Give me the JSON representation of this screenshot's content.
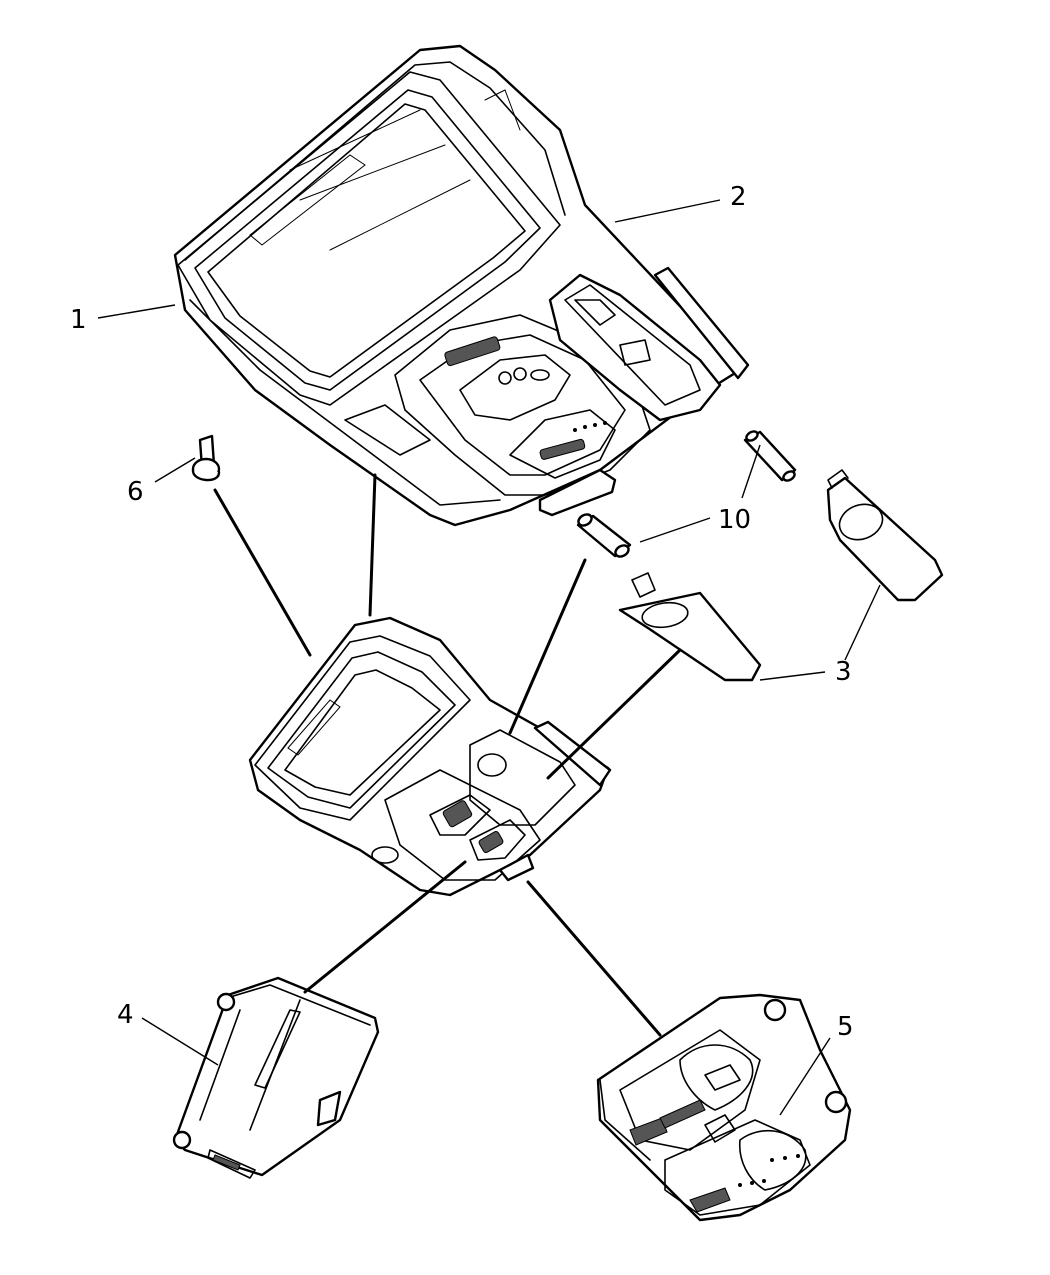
{
  "diagram": {
    "callouts": [
      "1",
      "2",
      "3",
      "4",
      "5",
      "6",
      "10"
    ]
  }
}
